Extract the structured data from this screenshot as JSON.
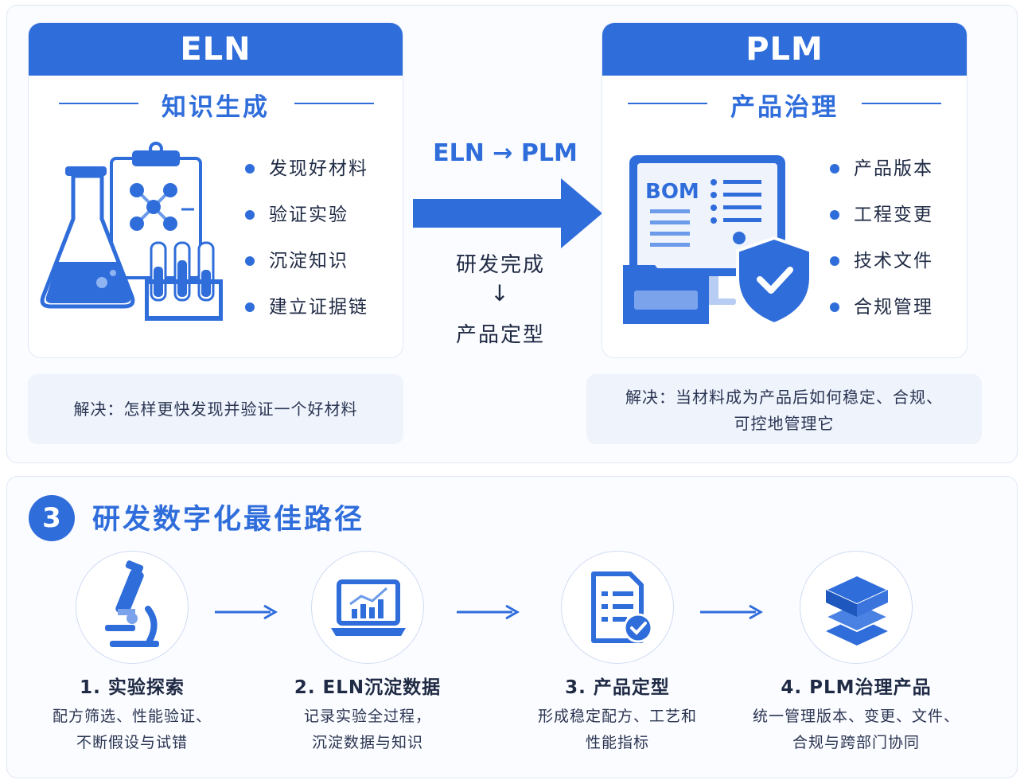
{
  "eln": {
    "header": "ELN",
    "subtitle": "知识生成",
    "items": [
      "发现好材料",
      "验证实验",
      "沉淀知识",
      "建立证据链"
    ],
    "note": "解决：怎样更快发现并验证一个好材料"
  },
  "plm": {
    "header": "PLM",
    "subtitle": "产品治理",
    "items": [
      "产品版本",
      "工程变更",
      "技术文件",
      "合规管理"
    ],
    "note_line1": "解决：当材料成为产品后如何稳定、合规、",
    "note_line2": "可控地管理它",
    "bom_label": "BOM"
  },
  "flow": {
    "title": "ELN → PLM",
    "from": "研发完成",
    "down_arrow": "↓",
    "to": "产品定型"
  },
  "section": {
    "number": "3",
    "title": "研发数字化最佳路径"
  },
  "steps": [
    {
      "title": "1. 实验探索",
      "desc1": "配方筛选、性能验证、",
      "desc2": "不断假设与试错",
      "icon": "microscope-icon"
    },
    {
      "title": "2. ELN沉淀数据",
      "desc1": "记录实验全过程，",
      "desc2": "沉淀数据与知识",
      "icon": "laptop-chart-icon"
    },
    {
      "title": "3. 产品定型",
      "desc1": "形成稳定配方、工艺和",
      "desc2": "性能指标",
      "icon": "checklist-icon"
    },
    {
      "title": "4. PLM治理产品",
      "desc1": "统一管理版本、变更、文件、",
      "desc2": "合规与跨部门协同",
      "icon": "layers-icon"
    }
  ],
  "colors": {
    "primary": "#2f6ddb",
    "light": "#eef3fc",
    "text": "#1f2a44"
  }
}
